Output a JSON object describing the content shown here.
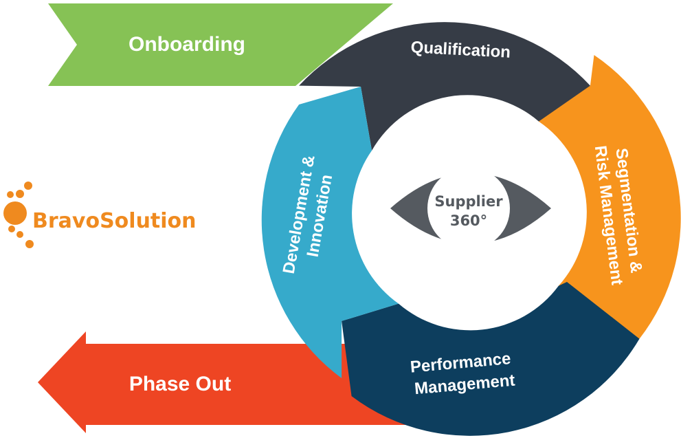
{
  "diagram": {
    "arrows": {
      "onboarding": {
        "label": "Onboarding",
        "color": "#86c255"
      },
      "phase_out": {
        "label": "Phase  Out",
        "color": "#ee4523"
      }
    },
    "cycle": [
      {
        "key": "qualification",
        "lines": [
          "Qualification"
        ],
        "color": "#363c46"
      },
      {
        "key": "segmentation",
        "lines": [
          "Segmentation &",
          "Risk Management"
        ],
        "color": "#f7941d"
      },
      {
        "key": "performance",
        "lines": [
          "Performance",
          "Management"
        ],
        "color": "#0d3e5e"
      },
      {
        "key": "development",
        "lines": [
          "Development &",
          "Innovation"
        ],
        "color": "#36aacb"
      }
    ],
    "center": {
      "line1": "Supplier",
      "line2": "360°",
      "eye_color": "#555a60"
    },
    "logo": {
      "text": "BravoSolution",
      "color": "#ef8a1f"
    }
  }
}
